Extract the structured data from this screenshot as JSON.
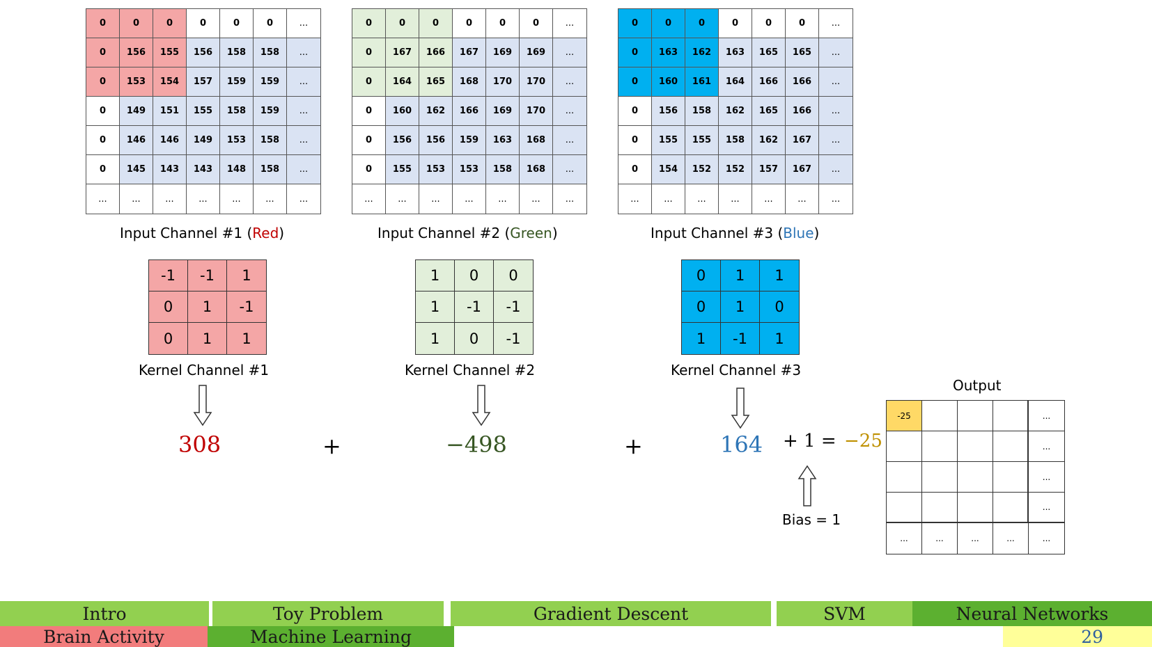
{
  "colors": {
    "red_fill": "#f4a6a6",
    "green_fill": "#e2efda",
    "blue_fill": "#00b0f0",
    "cell_blue": "#dae3f3",
    "red_text": "#c00000",
    "green_text": "#375623",
    "blue_text": "#2e75b6",
    "result_text": "#bf9000",
    "output_highlight": "#ffd966",
    "nav_green_light": "#92d050",
    "nav_green_dark": "#5cb030",
    "nav_red": "#f27c7c",
    "nav_yellow": "#ffff99"
  },
  "input_channels": [
    {
      "caption_prefix": "Input Channel #1 (",
      "caption_color_word": "Red",
      "caption_suffix": ")",
      "rows": [
        [
          "0",
          "0",
          "0",
          "0",
          "0",
          "0",
          "..."
        ],
        [
          "0",
          "156",
          "155",
          "156",
          "158",
          "158",
          "..."
        ],
        [
          "0",
          "153",
          "154",
          "157",
          "159",
          "159",
          "..."
        ],
        [
          "0",
          "149",
          "151",
          "155",
          "158",
          "159",
          "..."
        ],
        [
          "0",
          "146",
          "146",
          "149",
          "153",
          "158",
          "..."
        ],
        [
          "0",
          "145",
          "143",
          "143",
          "148",
          "158",
          "..."
        ],
        [
          "...",
          "...",
          "...",
          "...",
          "...",
          "...",
          "..."
        ]
      ]
    },
    {
      "caption_prefix": "Input Channel #2 (",
      "caption_color_word": "Green",
      "caption_suffix": ")",
      "rows": [
        [
          "0",
          "0",
          "0",
          "0",
          "0",
          "0",
          "..."
        ],
        [
          "0",
          "167",
          "166",
          "167",
          "169",
          "169",
          "..."
        ],
        [
          "0",
          "164",
          "165",
          "168",
          "170",
          "170",
          "..."
        ],
        [
          "0",
          "160",
          "162",
          "166",
          "169",
          "170",
          "..."
        ],
        [
          "0",
          "156",
          "156",
          "159",
          "163",
          "168",
          "..."
        ],
        [
          "0",
          "155",
          "153",
          "153",
          "158",
          "168",
          "..."
        ],
        [
          "...",
          "...",
          "...",
          "...",
          "...",
          "...",
          "..."
        ]
      ]
    },
    {
      "caption_prefix": "Input Channel #3 (",
      "caption_color_word": "Blue",
      "caption_suffix": ")",
      "rows": [
        [
          "0",
          "0",
          "0",
          "0",
          "0",
          "0",
          "..."
        ],
        [
          "0",
          "163",
          "162",
          "163",
          "165",
          "165",
          "..."
        ],
        [
          "0",
          "160",
          "161",
          "164",
          "166",
          "166",
          "..."
        ],
        [
          "0",
          "156",
          "158",
          "162",
          "165",
          "166",
          "..."
        ],
        [
          "0",
          "155",
          "155",
          "158",
          "162",
          "167",
          "..."
        ],
        [
          "0",
          "154",
          "152",
          "152",
          "157",
          "167",
          "..."
        ],
        [
          "...",
          "...",
          "...",
          "...",
          "...",
          "...",
          "..."
        ]
      ]
    }
  ],
  "kernels": [
    {
      "caption": "Kernel Channel #1",
      "rows": [
        [
          "-1",
          "-1",
          "1"
        ],
        [
          "0",
          "1",
          "-1"
        ],
        [
          "0",
          "1",
          "1"
        ]
      ]
    },
    {
      "caption": "Kernel Channel #2",
      "rows": [
        [
          "1",
          "0",
          "0"
        ],
        [
          "1",
          "-1",
          "-1"
        ],
        [
          "1",
          "0",
          "-1"
        ]
      ]
    },
    {
      "caption": "Kernel Channel #3",
      "rows": [
        [
          "0",
          "1",
          "1"
        ],
        [
          "0",
          "1",
          "0"
        ],
        [
          "1",
          "-1",
          "1"
        ]
      ]
    }
  ],
  "equation": {
    "value1": "308",
    "plus1": "+",
    "value2": "−498",
    "plus2": "+",
    "value3": "164",
    "bias_part": "+ 1 =",
    "result": "−25"
  },
  "bias_label": "Bias = 1",
  "output": {
    "title": "Output",
    "rows": [
      [
        "-25",
        "",
        "",
        "",
        "..."
      ],
      [
        "",
        "",
        "",
        "",
        "..."
      ],
      [
        "",
        "",
        "",
        "",
        "..."
      ],
      [
        "",
        "",
        "",
        "",
        "..."
      ],
      [
        "...",
        "...",
        "...",
        "...",
        "..."
      ]
    ]
  },
  "footer": {
    "row1": [
      "Intro",
      "Toy Problem",
      "Gradient Descent",
      "SVM",
      "Neural Networks"
    ],
    "row2": [
      "Brain Activity",
      "Machine Learning",
      "",
      "29"
    ]
  }
}
